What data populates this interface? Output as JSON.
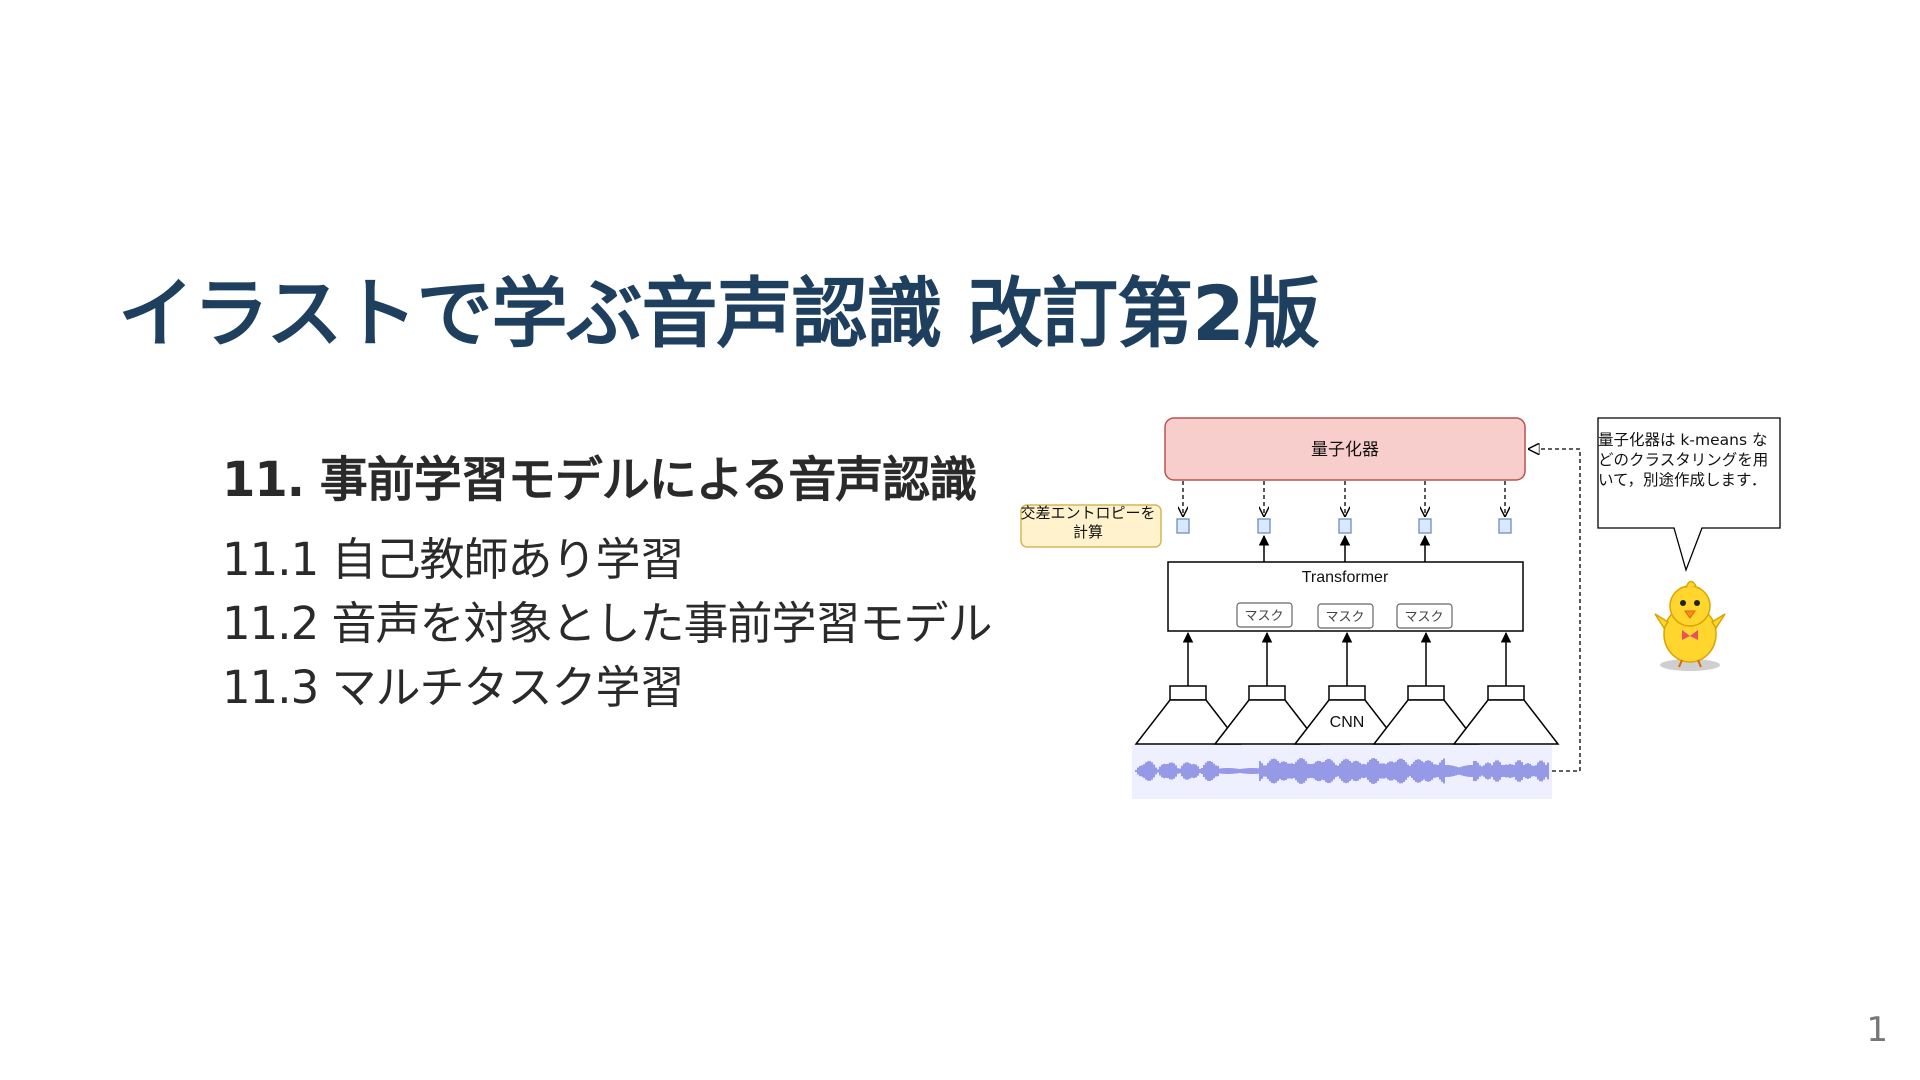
{
  "slide": {
    "title": "イラストで学ぶ音声認識 改訂第2版",
    "page_number": "1"
  },
  "toc": {
    "heading": "11. 事前学習モデルによる音声認識",
    "items": [
      "11.1 自己教師あり学習",
      "11.2 音声を対象とした事前学習モデル",
      "11.3 マルチタスク学習"
    ]
  },
  "diagram": {
    "quantizer_label": "量子化器",
    "cross_entropy_label": "交差エントロピーを計算",
    "transformer_label": "Transformer",
    "mask_labels": [
      "マスク",
      "マスク",
      "マスク"
    ],
    "cnn_label": "CNN",
    "callout_text": "量子化器は k-means などのクラスタリングを用いて，別途作成します．",
    "colors": {
      "quantizer_fill": "#f8cecc",
      "quantizer_stroke": "#b85450",
      "cross_entropy_fill": "#fff2cc",
      "cross_entropy_stroke": "#d6b656",
      "token_fill": "#dae8fc",
      "token_stroke": "#6c8ebf",
      "waveform": "#5b5fd6",
      "waveform_bg": "#eef0ff"
    },
    "icons": {
      "mascot": "chick-mascot-icon"
    }
  }
}
